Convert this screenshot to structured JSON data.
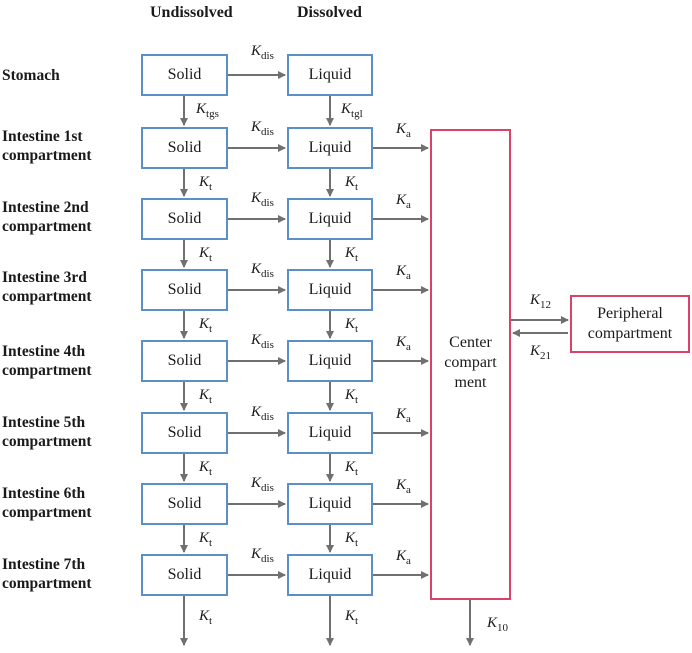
{
  "headers": {
    "undissolved": "Undissolved",
    "dissolved": "Dissolved"
  },
  "rows": [
    {
      "label": "Stomach",
      "solid": "Solid",
      "liquid": "Liquid"
    },
    {
      "label": "Intestine 1st compartment",
      "solid": "Solid",
      "liquid": "Liquid"
    },
    {
      "label": "Intestine 2nd compartment",
      "solid": "Solid",
      "liquid": "Liquid"
    },
    {
      "label": "Intestine 3rd compartment",
      "solid": "Solid",
      "liquid": "Liquid"
    },
    {
      "label": "Intestine 4th compartment",
      "solid": "Solid",
      "liquid": "Liquid"
    },
    {
      "label": "Intestine 5th compartment",
      "solid": "Solid",
      "liquid": "Liquid"
    },
    {
      "label": "Intestine 6th compartment",
      "solid": "Solid",
      "liquid": "Liquid"
    },
    {
      "label": "Intestine 7th compartment",
      "solid": "Solid",
      "liquid": "Liquid"
    }
  ],
  "center": {
    "line1": "Center",
    "line2": "compart",
    "line3": "ment"
  },
  "peripheral": {
    "line1": "Peripheral",
    "line2": "compartment"
  },
  "rate_constants": {
    "k": "K",
    "dis": "dis",
    "tgs": "tgs",
    "tgl": "tgl",
    "t": "t",
    "a": "a",
    "k12": "12",
    "k21": "21",
    "k10": "10"
  },
  "colors": {
    "blue_box": "#5b8fc7",
    "pink_box": "#d9436a",
    "arrow": "#707070"
  }
}
